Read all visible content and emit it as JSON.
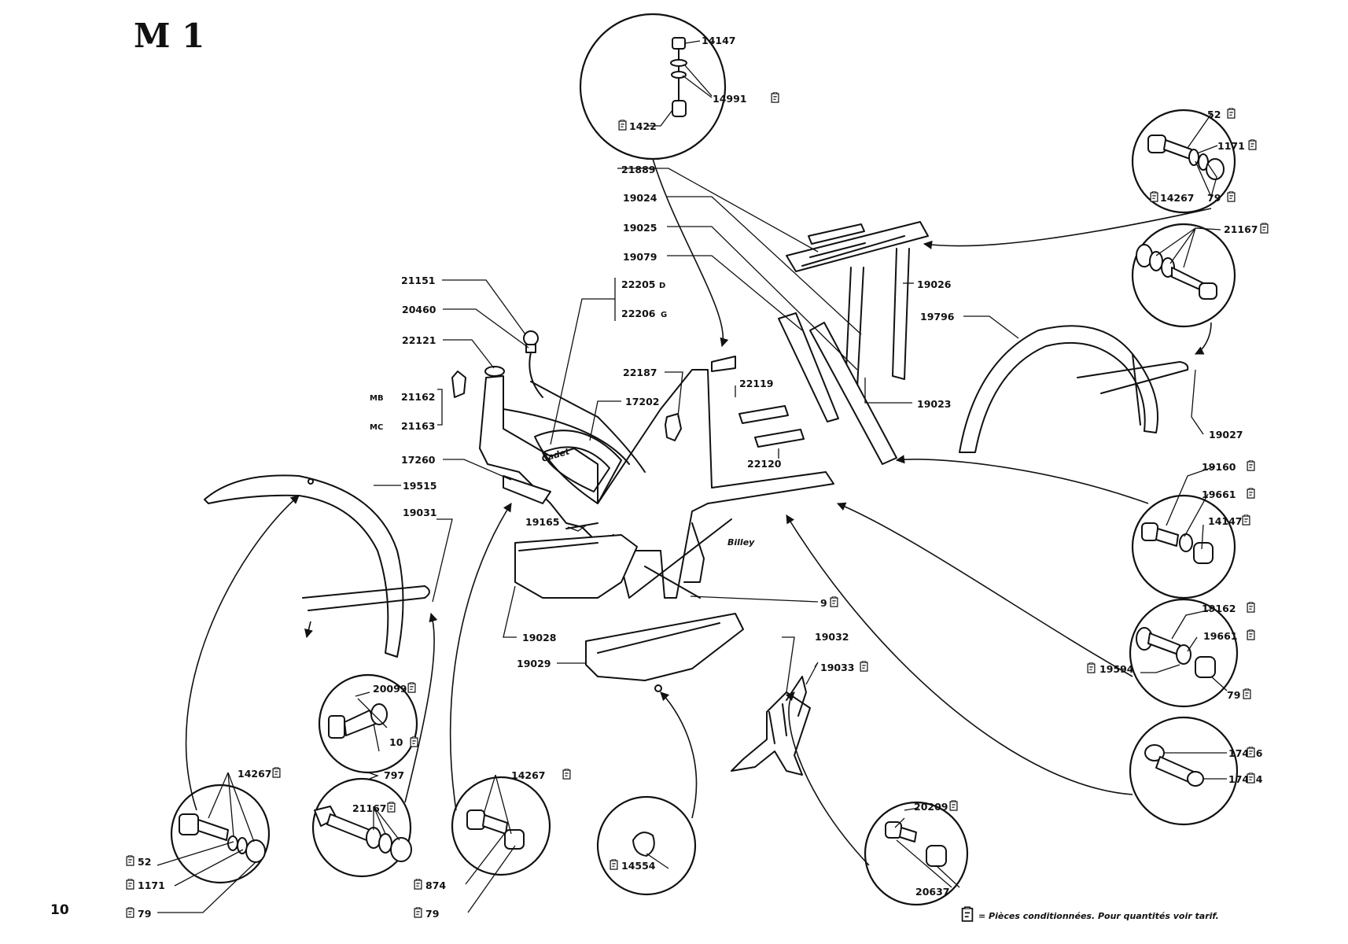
{
  "page": {
    "title": "M 1",
    "number": "10",
    "legend": "= Pièces conditionnées. Pour quantités voir tarif.",
    "signature": "Billey",
    "frame_script": "Cadet"
  },
  "labels": {
    "p14147_top": "14147",
    "p14991": "14991",
    "p1422": "1422",
    "p21889": "21889",
    "p19024": "19024",
    "p19025": "19025",
    "p19079": "19079",
    "p19026": "19026",
    "p19023": "19023",
    "p21151": "21151",
    "p20460": "20460",
    "p22121": "22121",
    "p21162": "21162",
    "p21163": "21163",
    "mb": "MB",
    "mc": "MC",
    "p22205": "22205",
    "p22206": "22206",
    "d": "D",
    "g": "G",
    "p22187": "22187",
    "p17202": "17202",
    "p22119": "22119",
    "p22120": "22120",
    "p17260": "17260",
    "p19165": "19165",
    "p19515": "19515",
    "p19031": "19031",
    "p19028": "19028",
    "p19029": "19029",
    "p9": "9",
    "p19032": "19032",
    "p19033": "19033",
    "p52_tr": "52",
    "p1171_tr": "1171",
    "p14267_tr": "14267",
    "p79_tr": "79",
    "p21167_tr": "21167",
    "p19796": "19796",
    "p19027": "19027",
    "p19160": "19160",
    "p19661_a": "19661",
    "p14147_r": "14147",
    "p19162": "19162",
    "p19661_b": "19661",
    "p19594": "19594",
    "p79_r": "79",
    "p17426": "17426",
    "p17424": "17424",
    "p20099": "20099",
    "p10": "10",
    "p797": "797",
    "p14267_bl": "14267",
    "p52_bl": "52",
    "p1171_bl": "1171",
    "p79_bl": "79",
    "p21167_b": "21167",
    "p14267_bm": "14267",
    "p874": "874",
    "p79_bm": "79",
    "p14554": "14554",
    "p20209": "20209",
    "p20637": "20637"
  }
}
